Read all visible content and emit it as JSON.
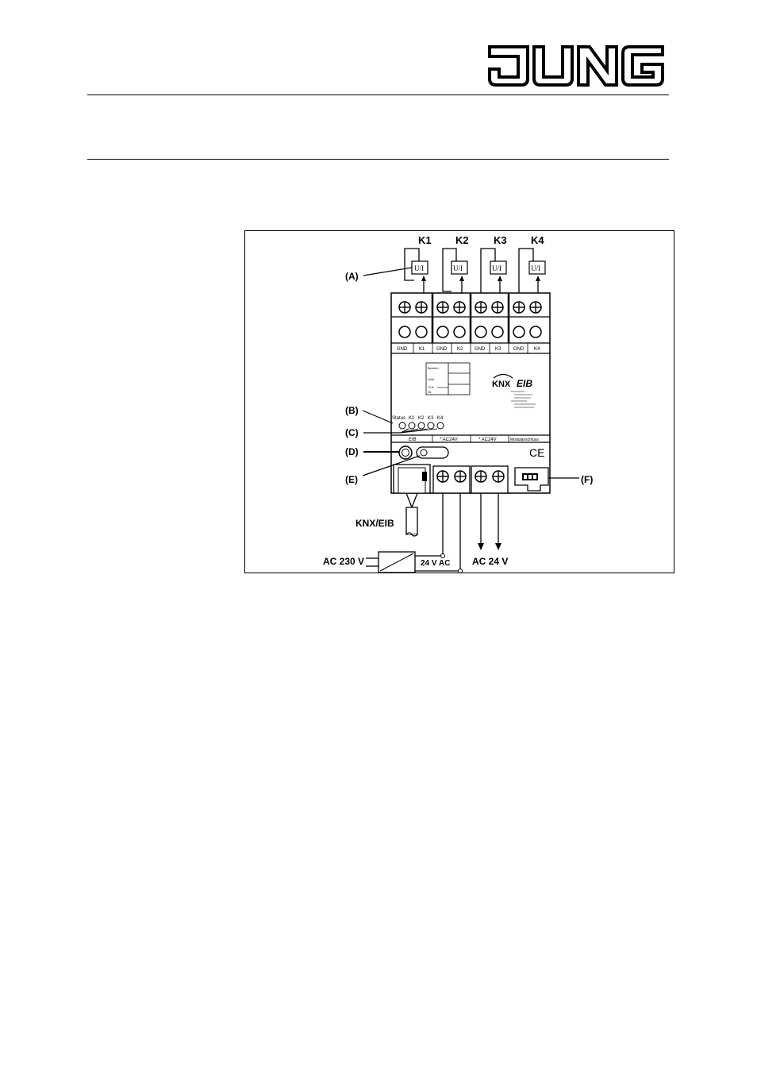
{
  "logo": {
    "text": "JUNG"
  },
  "figure": {
    "channels": [
      {
        "id": "K1",
        "sensor": "U/I",
        "gnd": "GND",
        "term": "K1"
      },
      {
        "id": "K2",
        "sensor": "U/I",
        "gnd": "GND",
        "term": "K2"
      },
      {
        "id": "K3",
        "sensor": "U/I",
        "gnd": "GND",
        "term": "K3"
      },
      {
        "id": "K4",
        "sensor": "U/I",
        "gnd": "GND",
        "term": "K4"
      }
    ],
    "callouts": {
      "a": "(A)",
      "b": "(B)",
      "c": "(C)",
      "d": "(D)",
      "e": "(E)",
      "f": "(F)"
    },
    "address_label": {
      "bereich": "Bereich",
      "linie": "Linie",
      "tln": "TLN",
      "nr": "Nr."
    },
    "led_labels": {
      "status": "Status",
      "k1": "K1",
      "k2": "K2",
      "k3": "K3",
      "k4": "K4"
    },
    "bottom_strip": {
      "eib": "EIB",
      "ac1": "* AC24V",
      "ac2": "* AC24V",
      "modul": "Modulanschluss"
    },
    "brand": {
      "knx": "KNX",
      "eib": "EIB"
    },
    "ce": "CE",
    "bus": "KNX/EIB",
    "mains": "AC 230 V",
    "supply": "24 V AC",
    "output": "AC 24 V"
  }
}
